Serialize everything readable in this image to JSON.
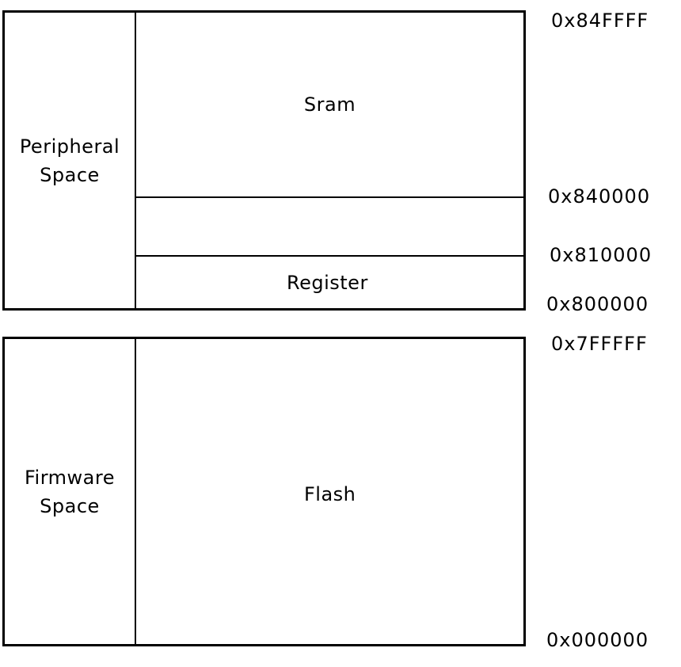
{
  "peripheral_space": {
    "label": "Peripheral\nSpace",
    "regions": {
      "sram": "Sram",
      "reserved": "",
      "register": "Register"
    }
  },
  "firmware_space": {
    "label": "Firmware\nSpace",
    "regions": {
      "flash": "Flash"
    }
  },
  "addresses": [
    "0x84FFFF",
    "0x840000",
    "0x810000",
    "0x800000",
    "0x7FFFFF",
    "0x000000"
  ]
}
